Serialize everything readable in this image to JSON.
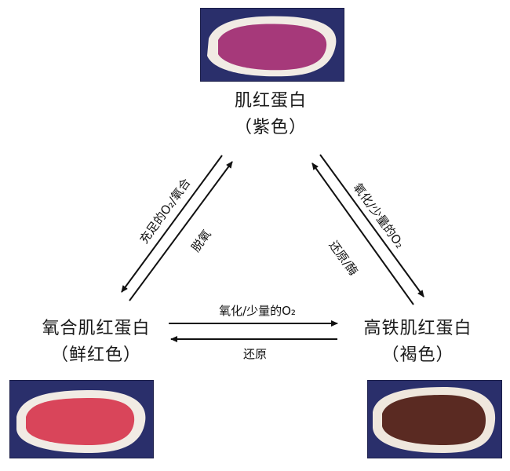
{
  "nodes": {
    "top": {
      "name": "肌红蛋白",
      "color": "（紫色）",
      "meat_color": "#a6397a"
    },
    "left": {
      "name": "氧合肌红蛋白",
      "color": "（鲜红色）",
      "meat_color": "#d9455a"
    },
    "right": {
      "name": "高铁肌红蛋白",
      "color": "（褐色）",
      "meat_color": "#5a2a22"
    }
  },
  "edges": {
    "top_to_left": "充足的O₂/氧合",
    "left_to_top": "脱氧",
    "right_to_top": "还原/酶",
    "top_to_right": "氧化/少量的O₂",
    "left_to_right": "氧化/少量的O₂",
    "right_to_left": "还原"
  },
  "colors": {
    "frame": "#2a2f6b",
    "fat": "#f3ede6",
    "arrow": "#111111"
  }
}
